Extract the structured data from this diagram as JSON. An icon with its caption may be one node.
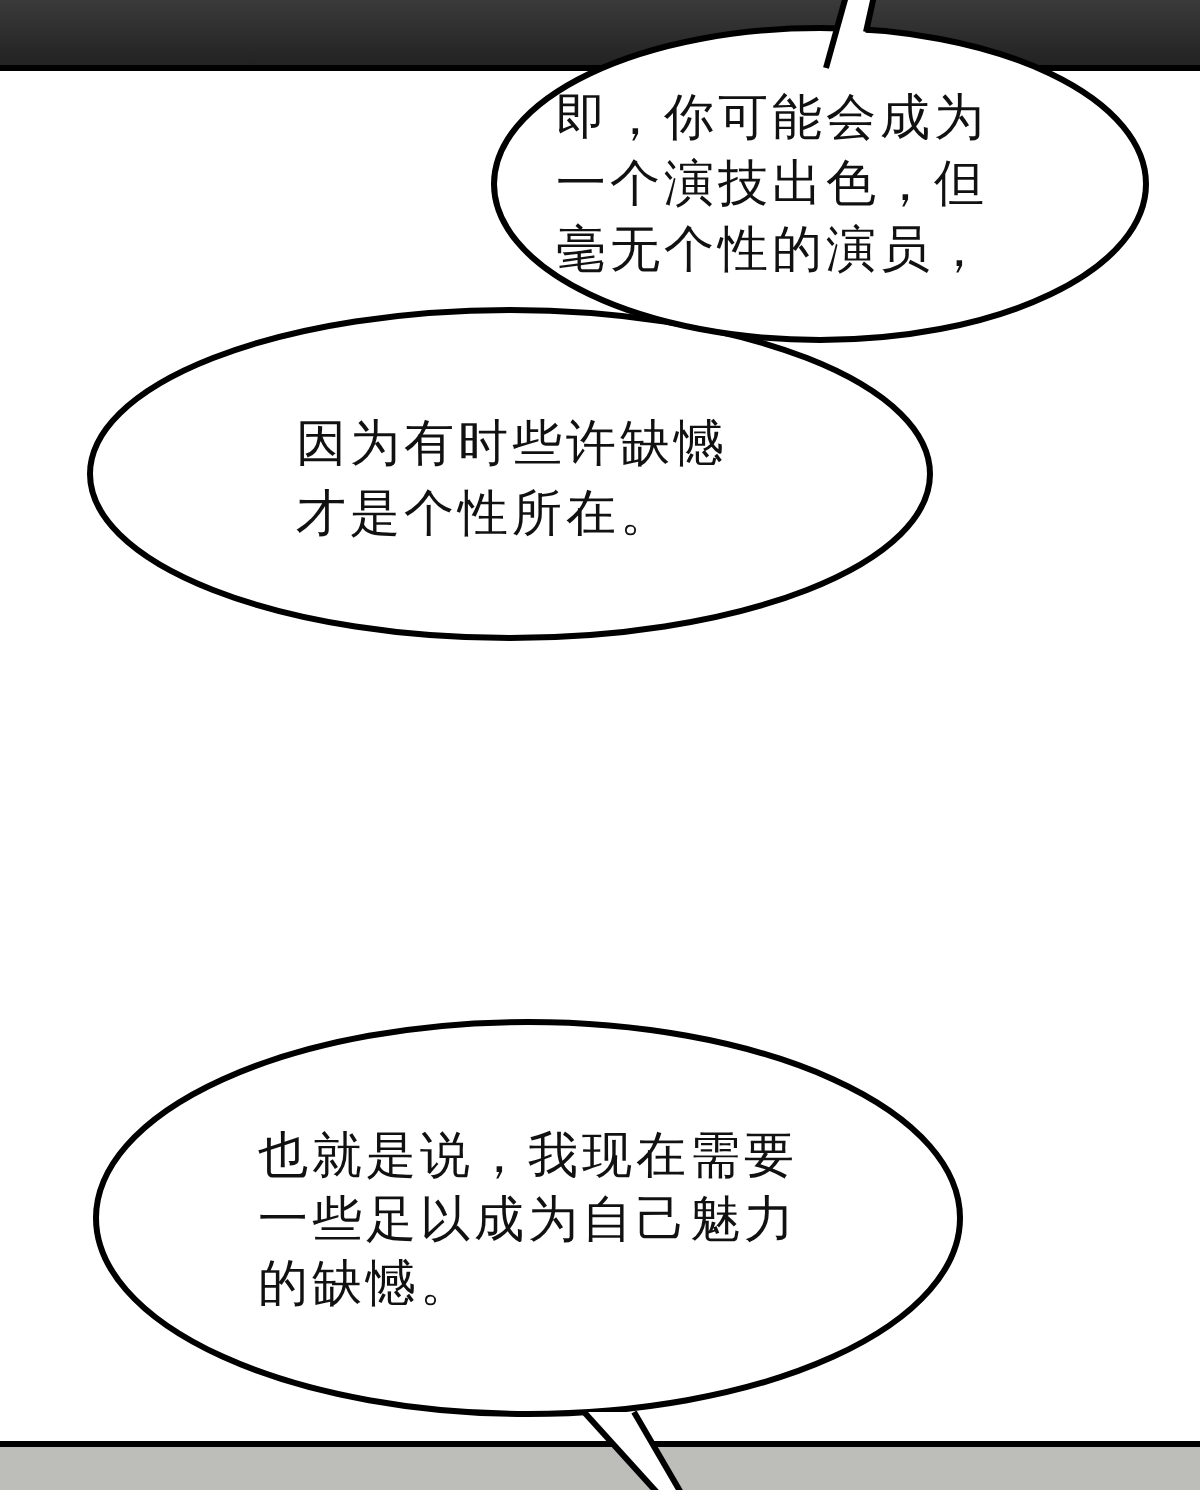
{
  "diagram": {
    "nodes": [
      {
        "text": [
          "即，你可能会成为一个演技出色，但毫无个性的演员，"
        ]
      },
      {
        "text": [
          "因为有时些许缺憾才是个性所在。"
        ]
      },
      {
        "text": [
          "也就是说，我现在需要一些足以成为自己魅力的缺憾。"
        ]
      }
    ]
  }
}
